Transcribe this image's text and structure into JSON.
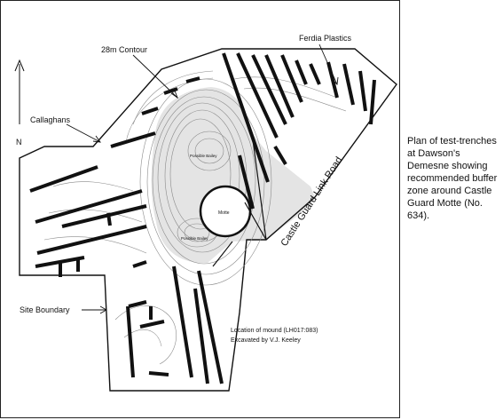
{
  "north_label": "N",
  "labels": {
    "contour": "28m Contour",
    "ferdia": "Ferdia Plastics",
    "callaghans": "Callaghans",
    "road": "Castle Guard Link Road",
    "motte": "Motte",
    "bailey_north": "Possible Bailey",
    "bailey_south": "Possible Bailey",
    "site_boundary": "Site Boundary",
    "mound_location": "Location of mound  (LH017:083)",
    "excavated_by": "Excavated by V.J. Keeley"
  },
  "caption": "Plan of test-trenches at Dawson's Demesne showing recommended buffer zone around Castle Guard Motte (No. 634).",
  "colors": {
    "ink": "#111111",
    "buffer_zone": "#e4e4e4",
    "contour": "#8a8a8a"
  }
}
